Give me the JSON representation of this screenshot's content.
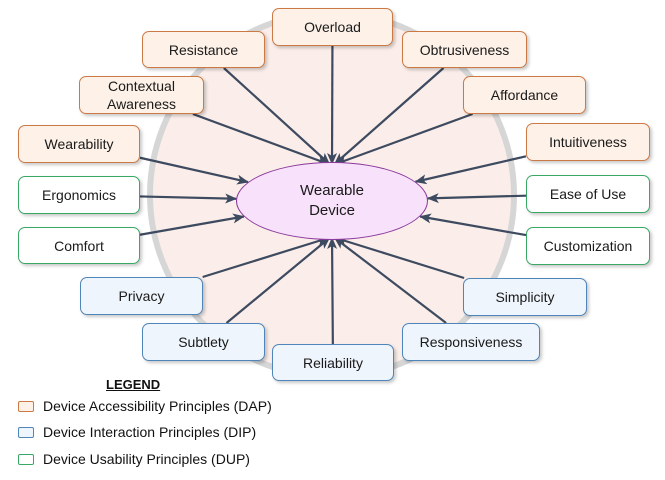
{
  "center": {
    "label": "Wearable\nDevice"
  },
  "nodes": [
    {
      "id": "overload",
      "label": "Overload",
      "category": "dap"
    },
    {
      "id": "obtrusiveness",
      "label": "Obtrusiveness",
      "category": "dap"
    },
    {
      "id": "affordance",
      "label": "Affordance",
      "category": "dap"
    },
    {
      "id": "intuitiveness",
      "label": "Intuitiveness",
      "category": "dap"
    },
    {
      "id": "ease-of-use",
      "label": "Ease of Use",
      "category": "dup"
    },
    {
      "id": "customization",
      "label": "Customization",
      "category": "dup"
    },
    {
      "id": "simplicity",
      "label": "Simplicity",
      "category": "dip"
    },
    {
      "id": "responsiveness",
      "label": "Responsiveness",
      "category": "dip"
    },
    {
      "id": "reliability",
      "label": "Reliability",
      "category": "dip"
    },
    {
      "id": "subtlety",
      "label": "Subtlety",
      "category": "dip"
    },
    {
      "id": "privacy",
      "label": "Privacy",
      "category": "dip"
    },
    {
      "id": "comfort",
      "label": "Comfort",
      "category": "dup"
    },
    {
      "id": "ergonomics",
      "label": "Ergonomics",
      "category": "dup"
    },
    {
      "id": "wearability",
      "label": "Wearability",
      "category": "dap"
    },
    {
      "id": "contextual-awareness",
      "label": "Contextual\nAwareness",
      "category": "dap"
    },
    {
      "id": "resistance",
      "label": "Resistance",
      "category": "dap"
    }
  ],
  "legend": {
    "title": "LEGEND",
    "items": [
      {
        "category": "dap",
        "label": "Device Accessibility Principles (DAP)"
      },
      {
        "category": "dip",
        "label": "Device Interaction Principles (DIP)"
      },
      {
        "category": "dup",
        "label": "Device Usability Principles (DUP)"
      }
    ]
  },
  "colors": {
    "dap_fill": "#fdf1e8",
    "dap_border": "#cc7a45",
    "dip_fill": "#eef5fc",
    "dip_border": "#4f85b8",
    "dup_fill": "#ffffff",
    "dup_border": "#3aa865",
    "center_fill": "#f8e1fa",
    "center_border": "#8b3a9d",
    "arrow": "#3d4a5f",
    "ring": "#d6d6d6",
    "halo": "#fbeeea"
  }
}
